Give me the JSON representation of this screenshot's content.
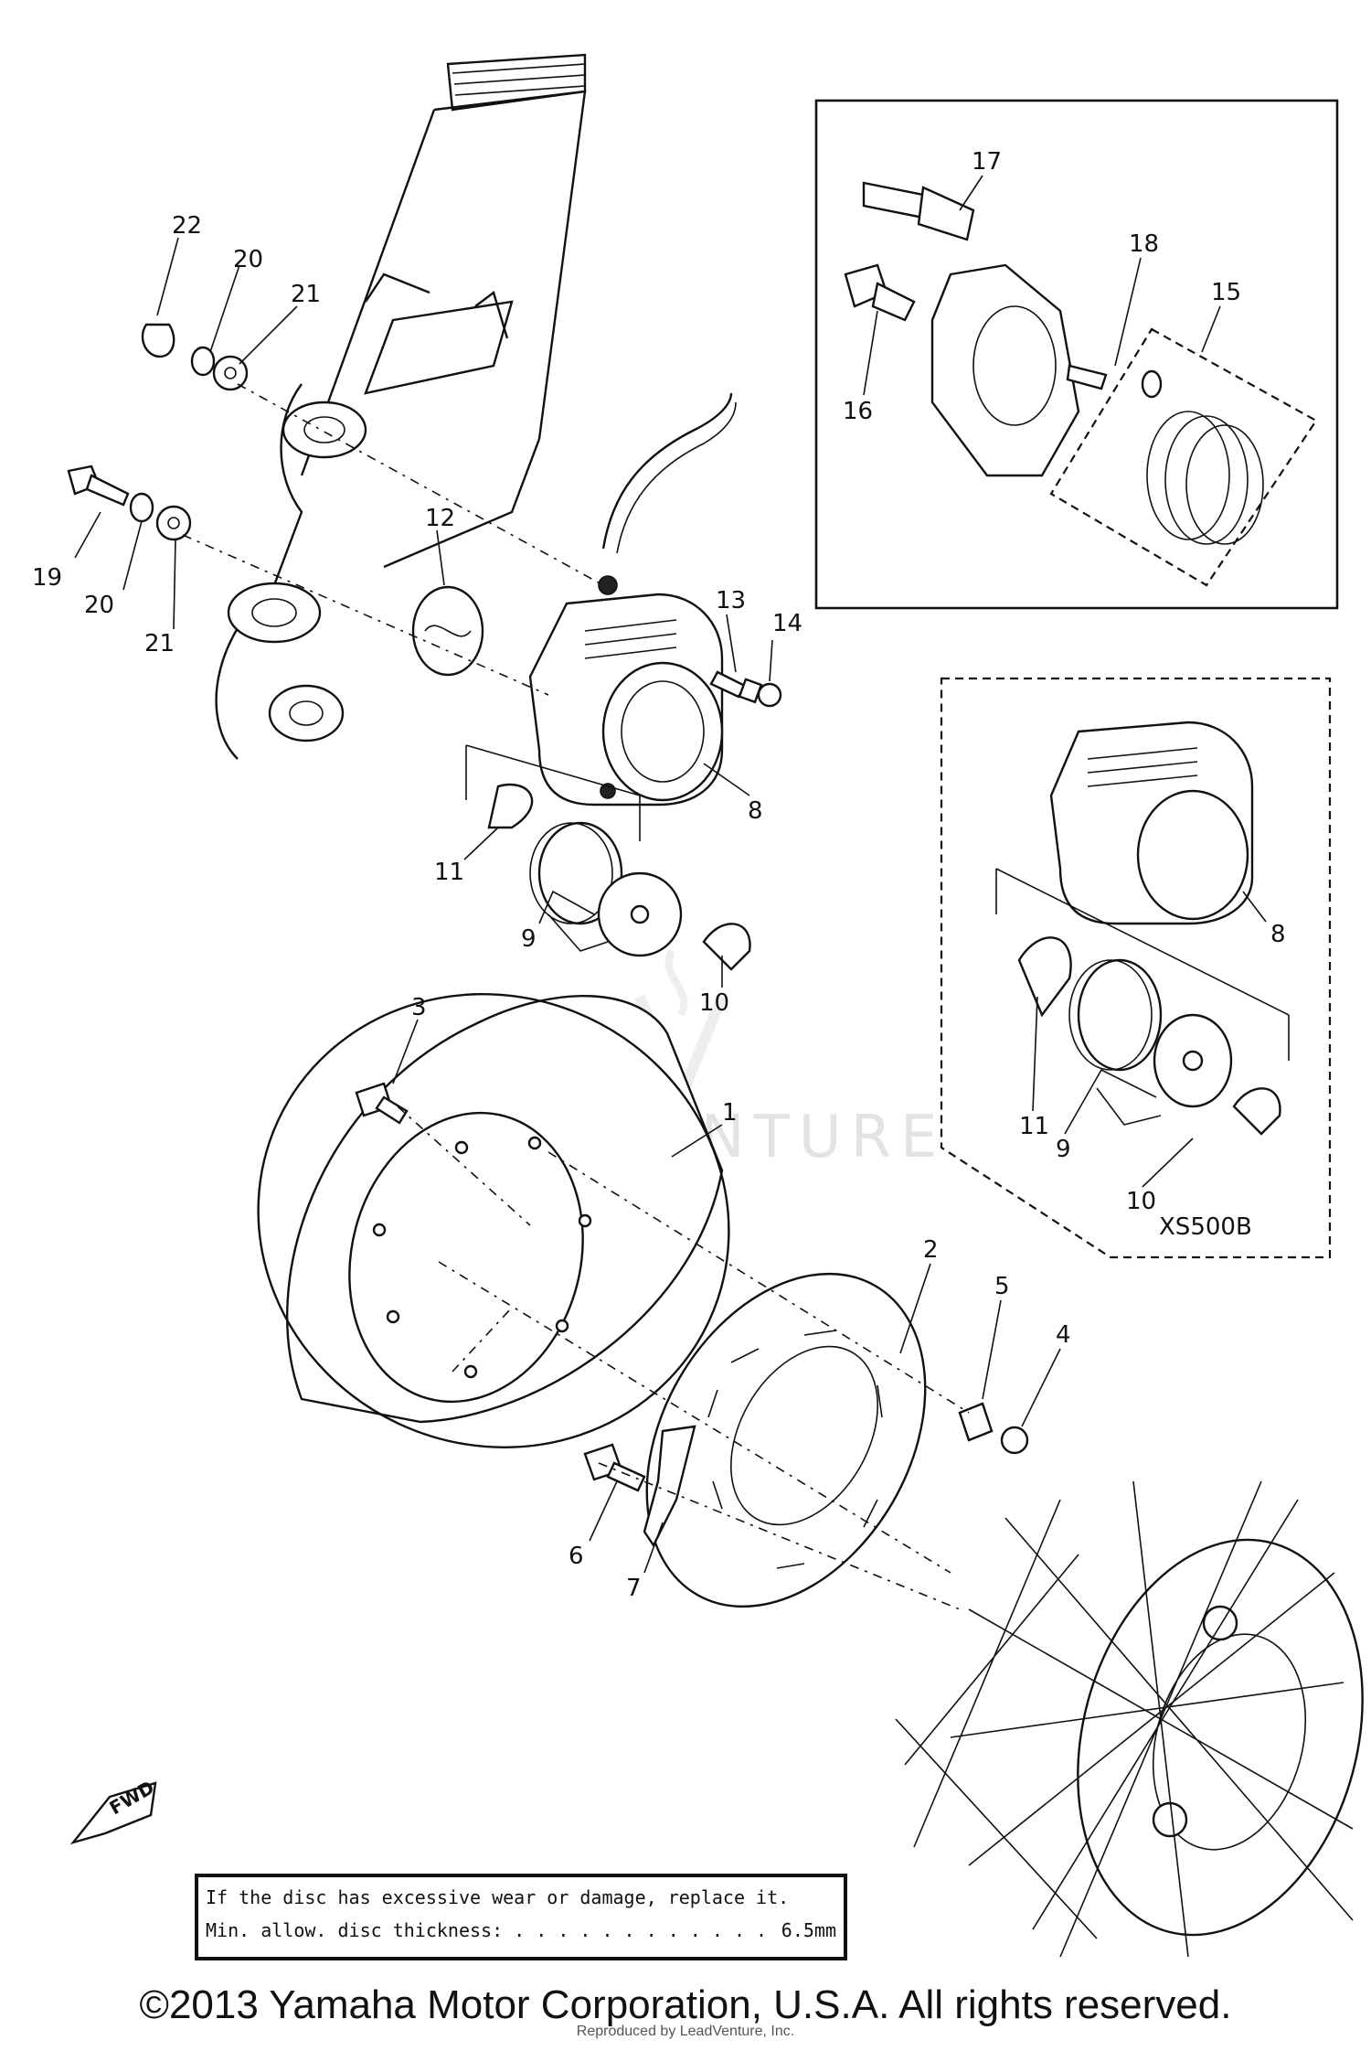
{
  "callouts": {
    "c1": "1",
    "c2": "2",
    "c3": "3",
    "c4": "4",
    "c5": "5",
    "c6": "6",
    "c7": "7",
    "c8a": "8",
    "c8b": "8",
    "c9a": "9",
    "c9b": "9",
    "c10a": "10",
    "c10b": "10",
    "c11a": "11",
    "c11b": "11",
    "c12": "12",
    "c13": "13",
    "c14": "14",
    "c15": "15",
    "c16": "16",
    "c17": "17",
    "c18": "18",
    "c19": "19",
    "c20a": "20",
    "c20b": "20",
    "c21a": "21",
    "c21b": "21",
    "c22": "22"
  },
  "inset_model_label": "XS500B",
  "fwd_label": "FWD",
  "watermark": "LEADVENTURE",
  "note": {
    "line1": "If the disc has excessive wear or damage, replace it.",
    "line2_text": "Min. allow. disc thickness:",
    "line2_value": "6.5mm"
  },
  "copyright": "©2013 Yamaha Motor Corporation, U.S.A. All rights reserved.",
  "credit": "Reproduced by LeadVenture, Inc."
}
